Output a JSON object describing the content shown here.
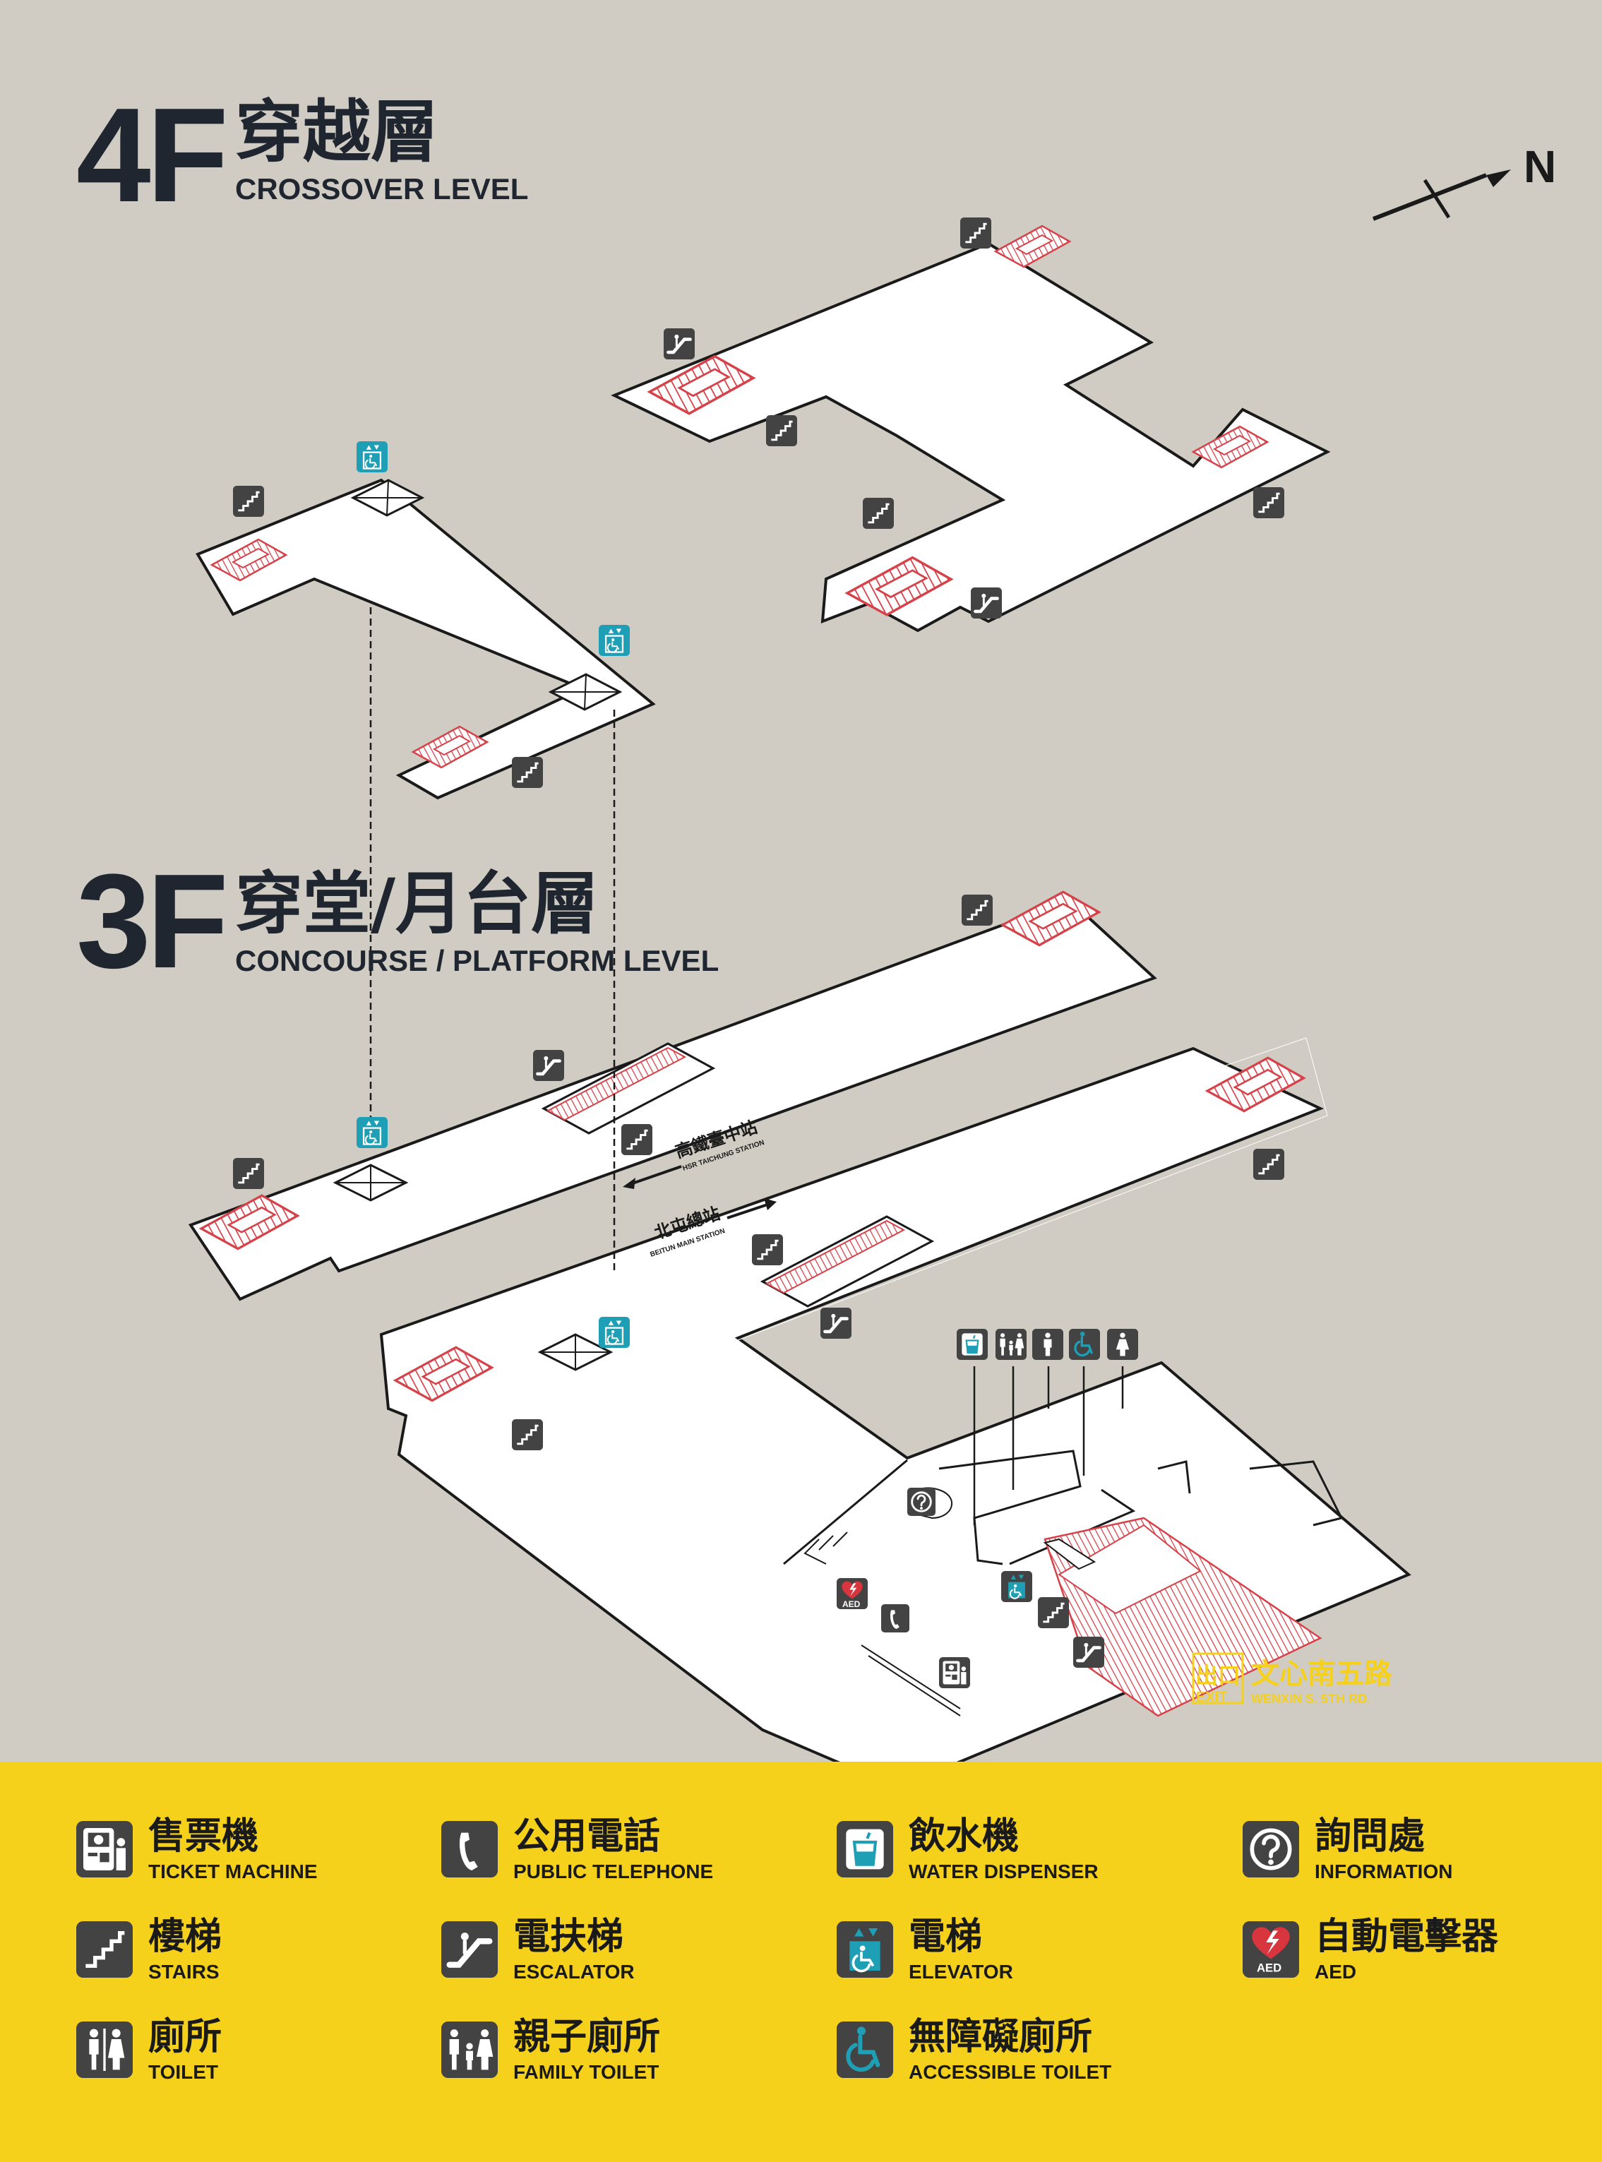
{
  "levels": {
    "floor4": {
      "number": "4F",
      "name_zh": "穿越層",
      "name_en": "CROSSOVER LEVEL"
    },
    "floor3": {
      "number": "3F",
      "name_zh": "穿堂/月台層",
      "name_en": "CONCOURSE / PLATFORM LEVEL"
    }
  },
  "north_label": "N",
  "directions": {
    "hsr": {
      "zh": "高鐵臺中站",
      "en": "HSR TAICHUNG STATION"
    },
    "beitun": {
      "zh": "北屯總站",
      "en": "BEITUN MAIN STATION"
    }
  },
  "exit": {
    "box_zh": "出口",
    "box_en": "EXIT",
    "road_zh": "文心南五路",
    "road_en": "WENXIN S. 5TH RD."
  },
  "aed_icon_text": "AED",
  "colors": {
    "background": "#d1ccc3",
    "legend_bg": "#f5d11c",
    "icon_gray": "#434343",
    "stair_red": "#d5424a",
    "elevator_teal": "#1f9fb5",
    "exit_yellow": "#f5d11c",
    "text_dark": "#1f2630"
  },
  "legend": [
    {
      "zh": "售票機",
      "en": "TICKET MACHINE",
      "icon": "ticket-machine-icon"
    },
    {
      "zh": "公用電話",
      "en": "PUBLIC TELEPHONE",
      "icon": "telephone-icon"
    },
    {
      "zh": "飲水機",
      "en": "WATER DISPENSER",
      "icon": "water-dispenser-icon"
    },
    {
      "zh": "詢問處",
      "en": "INFORMATION",
      "icon": "information-icon"
    },
    {
      "zh": "樓梯",
      "en": "STAIRS",
      "icon": "stairs-icon"
    },
    {
      "zh": "電扶梯",
      "en": "ESCALATOR",
      "icon": "escalator-icon"
    },
    {
      "zh": "電梯",
      "en": "ELEVATOR",
      "icon": "elevator-icon"
    },
    {
      "zh": "自動電擊器",
      "en": "AED",
      "icon": "aed-icon"
    },
    {
      "zh": "廁所",
      "en": "TOILET",
      "icon": "toilet-icon"
    },
    {
      "zh": "親子廁所",
      "en": "FAMILY TOILET",
      "icon": "family-toilet-icon"
    },
    {
      "zh": "無障礙廁所",
      "en": "ACCESSIBLE  TOILET",
      "icon": "accessible-toilet-icon"
    }
  ]
}
